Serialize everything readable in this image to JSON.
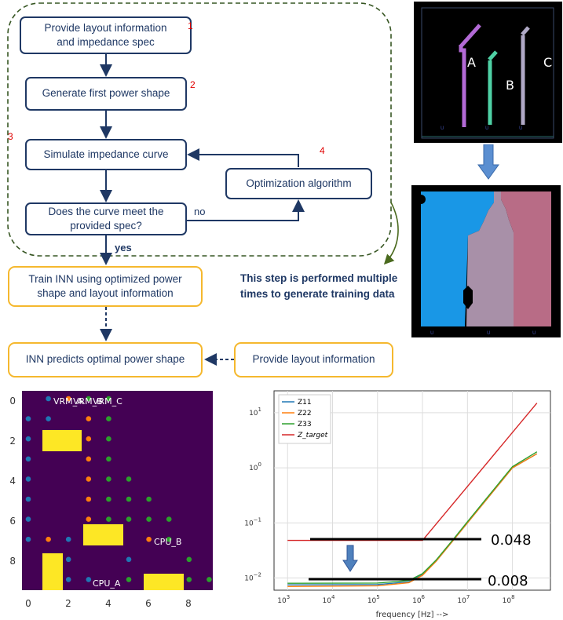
{
  "flow": {
    "step1": "Provide layout information and impedance spec",
    "step2": "Generate first power shape",
    "step3": "Simulate impedance curve",
    "opt": "Optimization algorithm",
    "decision": "Does the curve meet the provided spec?",
    "train": "Train INN using optimized power shape and layout information",
    "predict": "INN predicts optimal power shape",
    "provide_layout": "Provide layout information",
    "no_label": "no",
    "yes_label": "yes",
    "num1": "1",
    "num2": "2",
    "num3": "3",
    "num4": "4",
    "note": "This step is performed multiple times to generate training data"
  },
  "layout_image": {
    "labels": [
      "A",
      "B",
      "C"
    ],
    "colors": {
      "A": "#b36ad6",
      "B": "#4fd1a5",
      "C": "#b0a9c6"
    }
  },
  "shape_image": {
    "colors": {
      "left": "#1997e6",
      "middle": "#a890a8",
      "right": "#b86c86"
    }
  },
  "grid_plot": {
    "xticks": [
      "0",
      "2",
      "4",
      "6",
      "8"
    ],
    "yticks": [
      "0",
      "2",
      "4",
      "6",
      "8"
    ],
    "background": "#440154",
    "labels": [
      "VRM_A",
      "VRM_B",
      "VRM_C",
      "CPU_A",
      "CPU_B"
    ],
    "colors": {
      "a": "#1f77b4",
      "b": "#ff7f0e",
      "c": "#2ca02c",
      "block": "#fde725"
    }
  },
  "chart_data": {
    "type": "line",
    "xlabel": "frequency [Hz] -->",
    "ylabel": "",
    "xscale": "log",
    "yscale": "log",
    "xlim": [
      500,
      700000000
    ],
    "ylim": [
      0.006,
      25
    ],
    "xticks": [
      "10^3",
      "10^4",
      "10^5",
      "10^6",
      "10^7",
      "10^8"
    ],
    "yticks": [
      "10^-2",
      "10^-1",
      "10^0",
      "10^1"
    ],
    "grid": true,
    "legend_position": "top-left",
    "series": [
      {
        "name": "Z11",
        "color": "#1f77b4",
        "x": [
          1000,
          100000,
          500000,
          1000000,
          2000000,
          5000000,
          10000000,
          100000000,
          350000000
        ],
        "y": [
          0.0075,
          0.0076,
          0.0085,
          0.0115,
          0.02,
          0.05,
          0.1,
          1.0,
          1.8
        ]
      },
      {
        "name": "Z22",
        "color": "#ff7f0e",
        "x": [
          1000,
          100000,
          500000,
          1000000,
          2000000,
          5000000,
          10000000,
          100000000,
          350000000
        ],
        "y": [
          0.007,
          0.0072,
          0.0082,
          0.0112,
          0.02,
          0.05,
          0.1,
          1.0,
          1.8
        ]
      },
      {
        "name": "Z33",
        "color": "#2ca02c",
        "x": [
          1000,
          100000,
          500000,
          1000000,
          2000000,
          5000000,
          10000000,
          100000000,
          350000000
        ],
        "y": [
          0.008,
          0.0081,
          0.009,
          0.012,
          0.021,
          0.052,
          0.105,
          1.05,
          1.95
        ]
      },
      {
        "name": "Z_target",
        "color": "#d62728",
        "x": [
          1000,
          1000000,
          350000000
        ],
        "y": [
          0.048,
          0.048,
          15
        ]
      }
    ],
    "annotations": [
      "0.048",
      "0.008"
    ]
  }
}
